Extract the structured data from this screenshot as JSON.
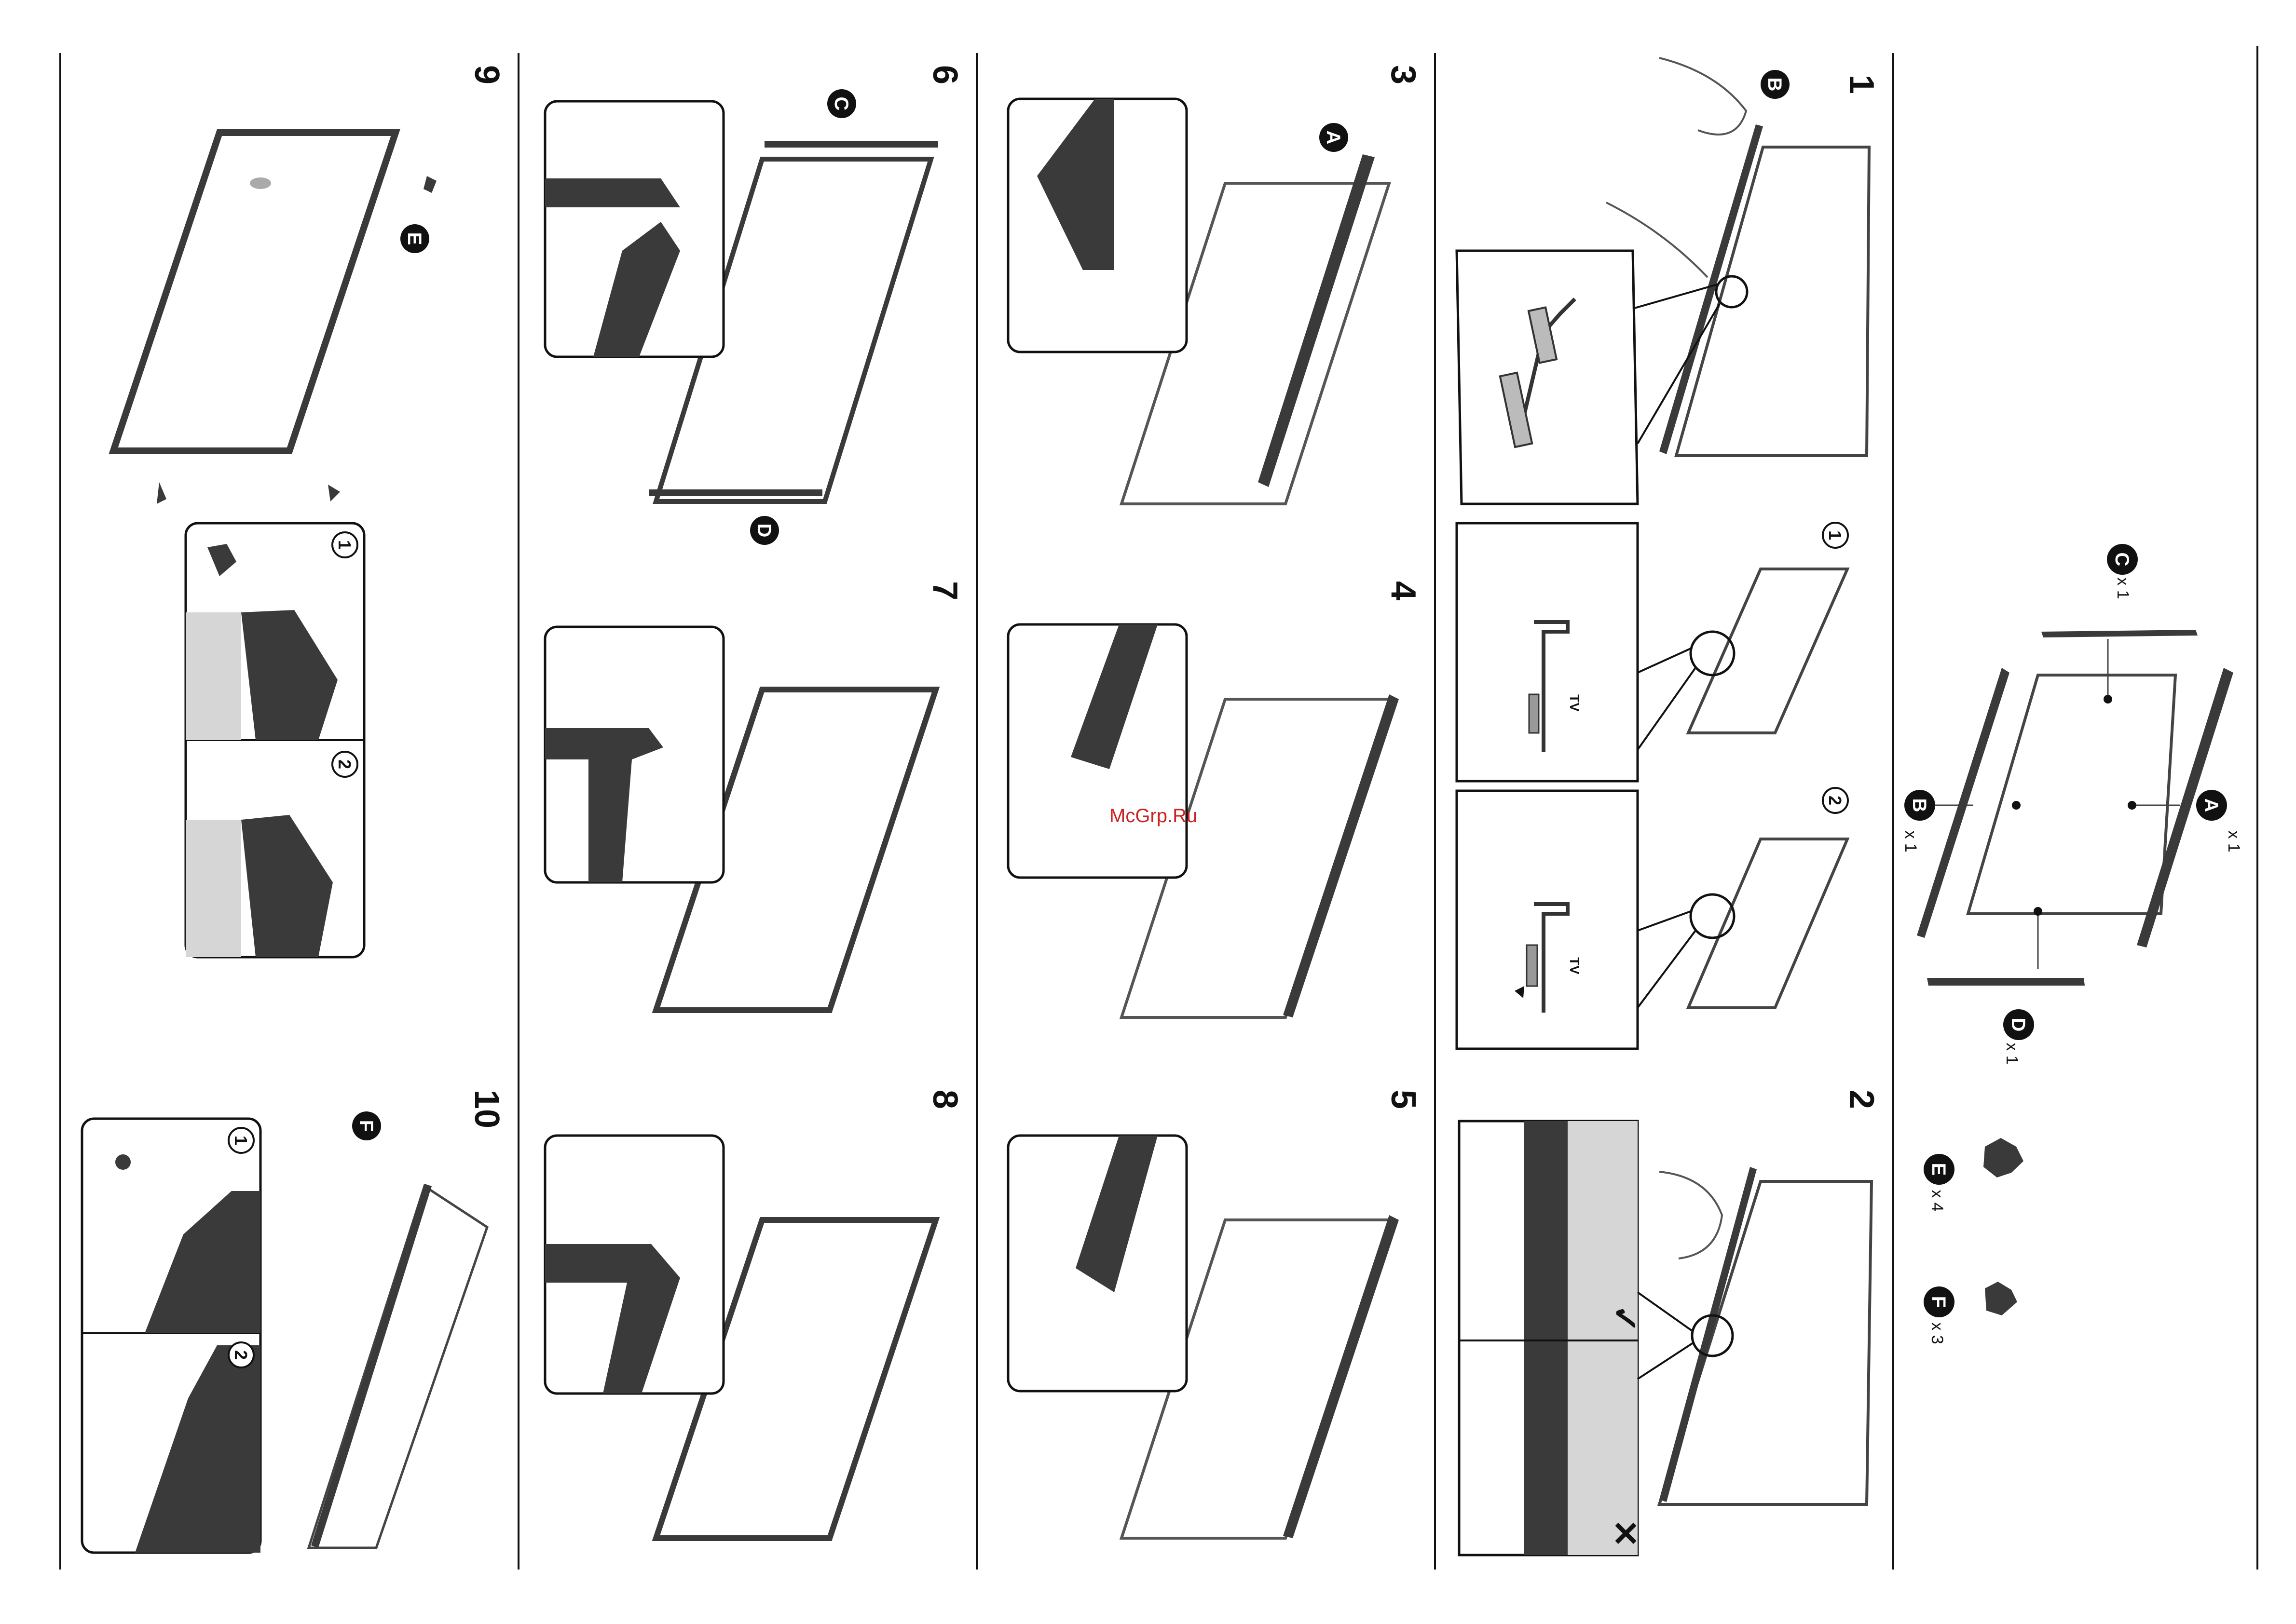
{
  "steps": [
    "1",
    "2",
    "3",
    "4",
    "5",
    "6",
    "7",
    "8",
    "9",
    "10"
  ],
  "sub_steps": [
    "1",
    "2"
  ],
  "tv_label": "TV",
  "parts": [
    {
      "letter": "A",
      "qty": "x 1"
    },
    {
      "letter": "B",
      "qty": "x 1"
    },
    {
      "letter": "C",
      "qty": "x 1"
    },
    {
      "letter": "D",
      "qty": "x 1"
    },
    {
      "letter": "E",
      "qty": "x 4"
    },
    {
      "letter": "F",
      "qty": "x 3"
    }
  ],
  "watermark": "McGrp.Ru",
  "check_marks": {
    "correct": "✓",
    "wrong": "✕"
  },
  "colors": {
    "frame": "#3a3a3a",
    "line": "#111111",
    "watermark": "#cc2222",
    "shade": "#d6d6d6"
  }
}
